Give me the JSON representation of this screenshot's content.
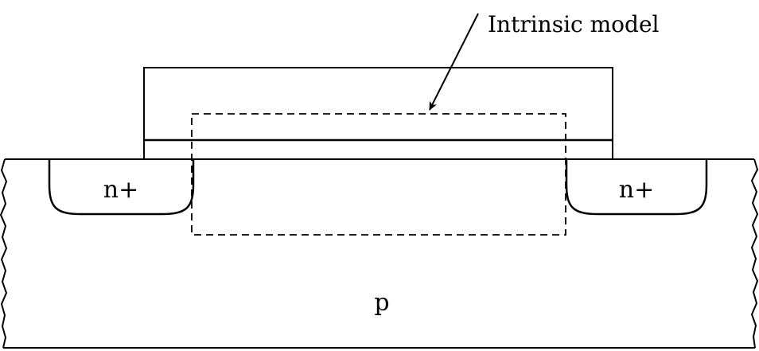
{
  "diagram": {
    "type": "mosfet-cross-section",
    "annotation_label": "Intrinsic model",
    "left_region_label": "n+",
    "right_region_label": "n+",
    "substrate_label": "p"
  },
  "colors": {
    "stroke": "#000000",
    "background": "#ffffff"
  }
}
